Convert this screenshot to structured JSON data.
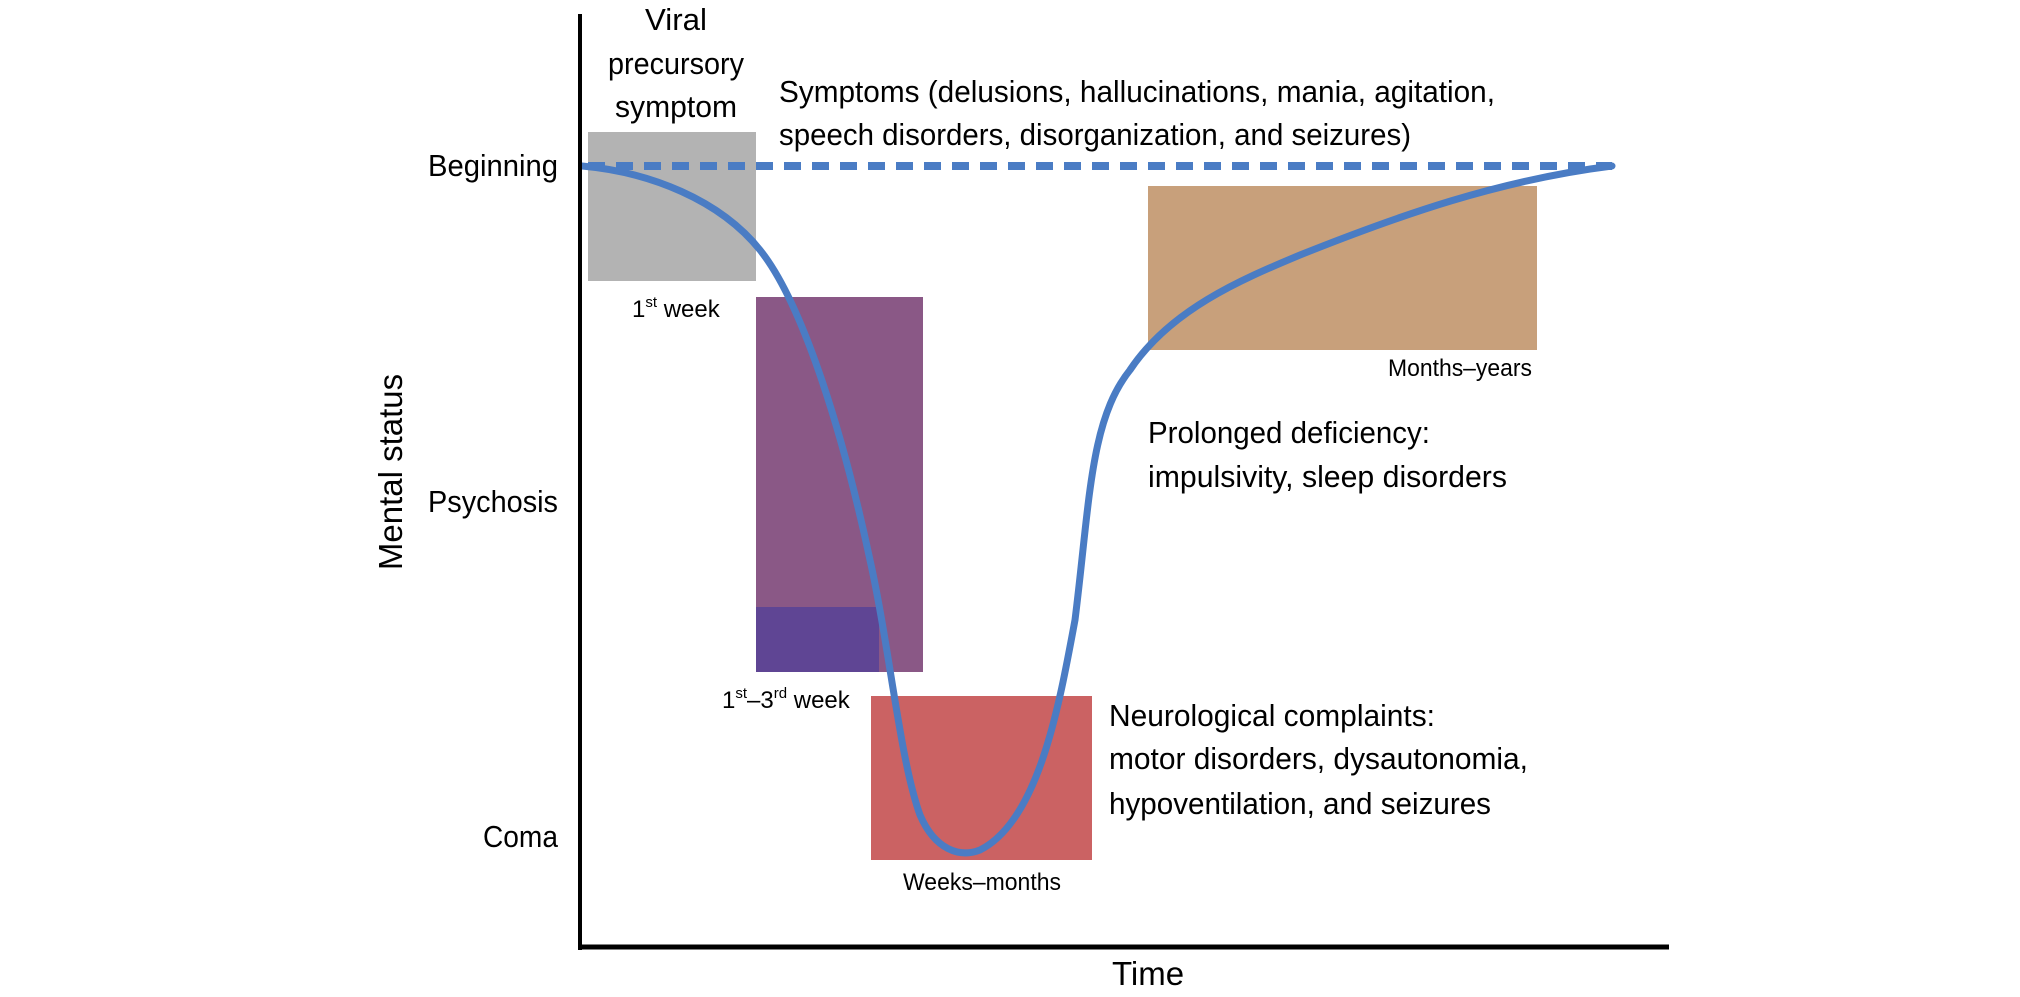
{
  "figure": {
    "y_axis_label": "Mental status",
    "x_axis_label": "Time",
    "y_levels": [
      {
        "key": "beginning",
        "label": "Beginning"
      },
      {
        "key": "psychosis",
        "label": "Psychosis"
      },
      {
        "key": "coma",
        "label": "Coma"
      }
    ],
    "phases": [
      {
        "key": "viral",
        "title_lines": [
          "Viral",
          "precursory",
          "symptom"
        ],
        "duration_main": "1",
        "duration_sup": "st",
        "duration_rest": " week",
        "color": "#b3b3b3"
      },
      {
        "key": "psychiatric",
        "duration_parts": [
          "1",
          "st",
          "–3",
          "rd",
          " week"
        ],
        "color": "#8a5886",
        "inner_color": "#5f4594",
        "description_lines": [
          "Symptoms (delusions, hallucinations, mania, agitation,",
          "speech disorders, disorganization, and seizures)"
        ]
      },
      {
        "key": "neurological",
        "duration": "Weeks–months",
        "color": "#cb6263",
        "description_lines": [
          "Neurological complaints:",
          "motor disorders, dysautonomia,",
          "hypoventilation, and seizures"
        ]
      },
      {
        "key": "recovery",
        "duration": "Months–years",
        "color": "#c8a07b",
        "description_lines": [
          "Prolonged deficiency:",
          "impulsivity, sleep disorders"
        ]
      }
    ],
    "curve_color": "#4a7cc4",
    "baseline_style": "dashed"
  }
}
